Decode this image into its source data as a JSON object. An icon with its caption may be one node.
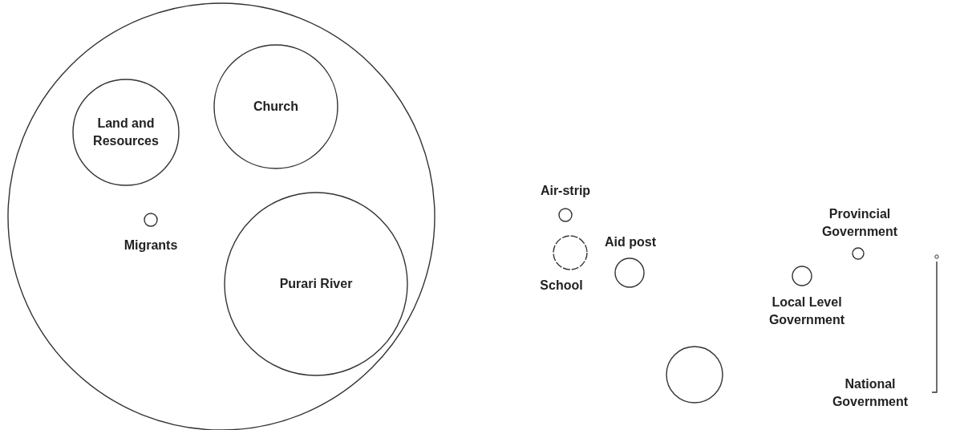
{
  "diagram": {
    "nodes": [
      {
        "text": [],
        "shape": "circle"
      },
      {
        "text": [
          "Land and Resources"
        ],
        "in": 0
      },
      {
        "text": [
          "Church"
        ],
        "in": 0
      },
      {
        "text": [
          "Migrants"
        ],
        "in": 0
      },
      {
        "text": [
          "Purari River"
        ],
        "in": 0
      },
      {
        "text": [
          "Air-strip"
        ]
      },
      {
        "text": [
          "School"
        ]
      },
      {
        "text": [
          "Aid post"
        ]
      },
      {
        "text": [
          "Provincial Government"
        ]
      },
      {
        "text": [
          "Local Level Government"
        ]
      },
      {
        "text": [],
        "shape": "circle"
      },
      {
        "text": [
          "National Government"
        ]
      }
    ],
    "edges": []
  }
}
